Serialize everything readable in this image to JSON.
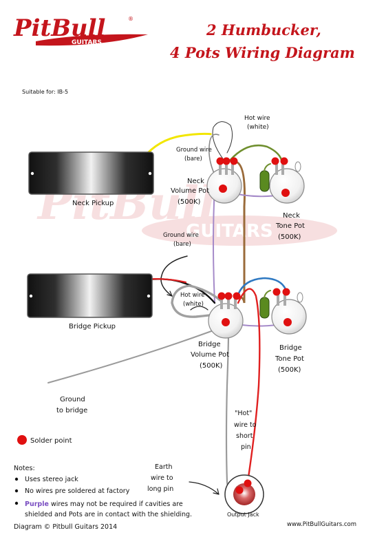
{
  "header": {
    "logo_text": "PitBull",
    "logo_sub": "GUITARS",
    "logo_reg": "®",
    "title_line1": "2 Humbucker,",
    "title_line2": "4 Pots Wiring Diagram",
    "suitable": "Suitable for: IB-5"
  },
  "watermark": {
    "main": "PitBull",
    "sub": "GUITARS"
  },
  "labels": {
    "hot_wire_top_1": "Hot wire",
    "hot_wire_top_2": "(white)",
    "ground_wire_top_1": "Ground wire",
    "ground_wire_top_2": "(bare)",
    "neck_pickup": "Neck Pickup",
    "neck_volume_1": "Neck",
    "neck_volume_2": "Volume Pot",
    "neck_volume_3": "(500K)",
    "neck_tone_1": "Neck",
    "neck_tone_2": "Tone Pot",
    "neck_tone_3": "(500K)",
    "ground_wire_mid_1": "Ground wire",
    "ground_wire_mid_2": "(bare)",
    "hot_wire_mid_1": "Hot wire",
    "hot_wire_mid_2": "(white)",
    "bridge_pickup": "Bridge Pickup",
    "bridge_volume_1": "Bridge",
    "bridge_volume_2": "Volume Pot",
    "bridge_volume_3": "(500K)",
    "bridge_tone_1": "Bridge",
    "bridge_tone_2": "Tone Pot",
    "bridge_tone_3": "(500K)",
    "ground_bridge_1": "Ground",
    "ground_bridge_2": "to bridge",
    "hot_short_1": "\"Hot\"",
    "hot_short_2": "wire to",
    "hot_short_3": "short",
    "hot_short_4": "pin",
    "earth_1": "Earth",
    "earth_2": "wire to",
    "earth_3": "long pin",
    "output_jack": "Output Jack",
    "solder_point": "Solder point"
  },
  "notes": {
    "heading": "Notes:",
    "items": [
      "Uses stereo jack",
      "No wires pre soldered at factory"
    ],
    "purple_word": "Purple",
    "purple_rest": " wires may not be required if cavities are",
    "purple_line2": "shielded and Pots are in contact with the shielding."
  },
  "footer": {
    "copyright": "Diagram © Pitbull Guitars 2014",
    "url": "www.PitBullGuitars.com"
  },
  "colors": {
    "brand_red": "#c4151c",
    "solder": "#e01010",
    "hot_yellow": "#f2e600",
    "purple": "#a58ac9",
    "green": "#6f8f2e",
    "brown": "#9a6b3a",
    "blue": "#2f79c2",
    "gray": "#9a9a9a",
    "red_wire": "#e02020"
  }
}
